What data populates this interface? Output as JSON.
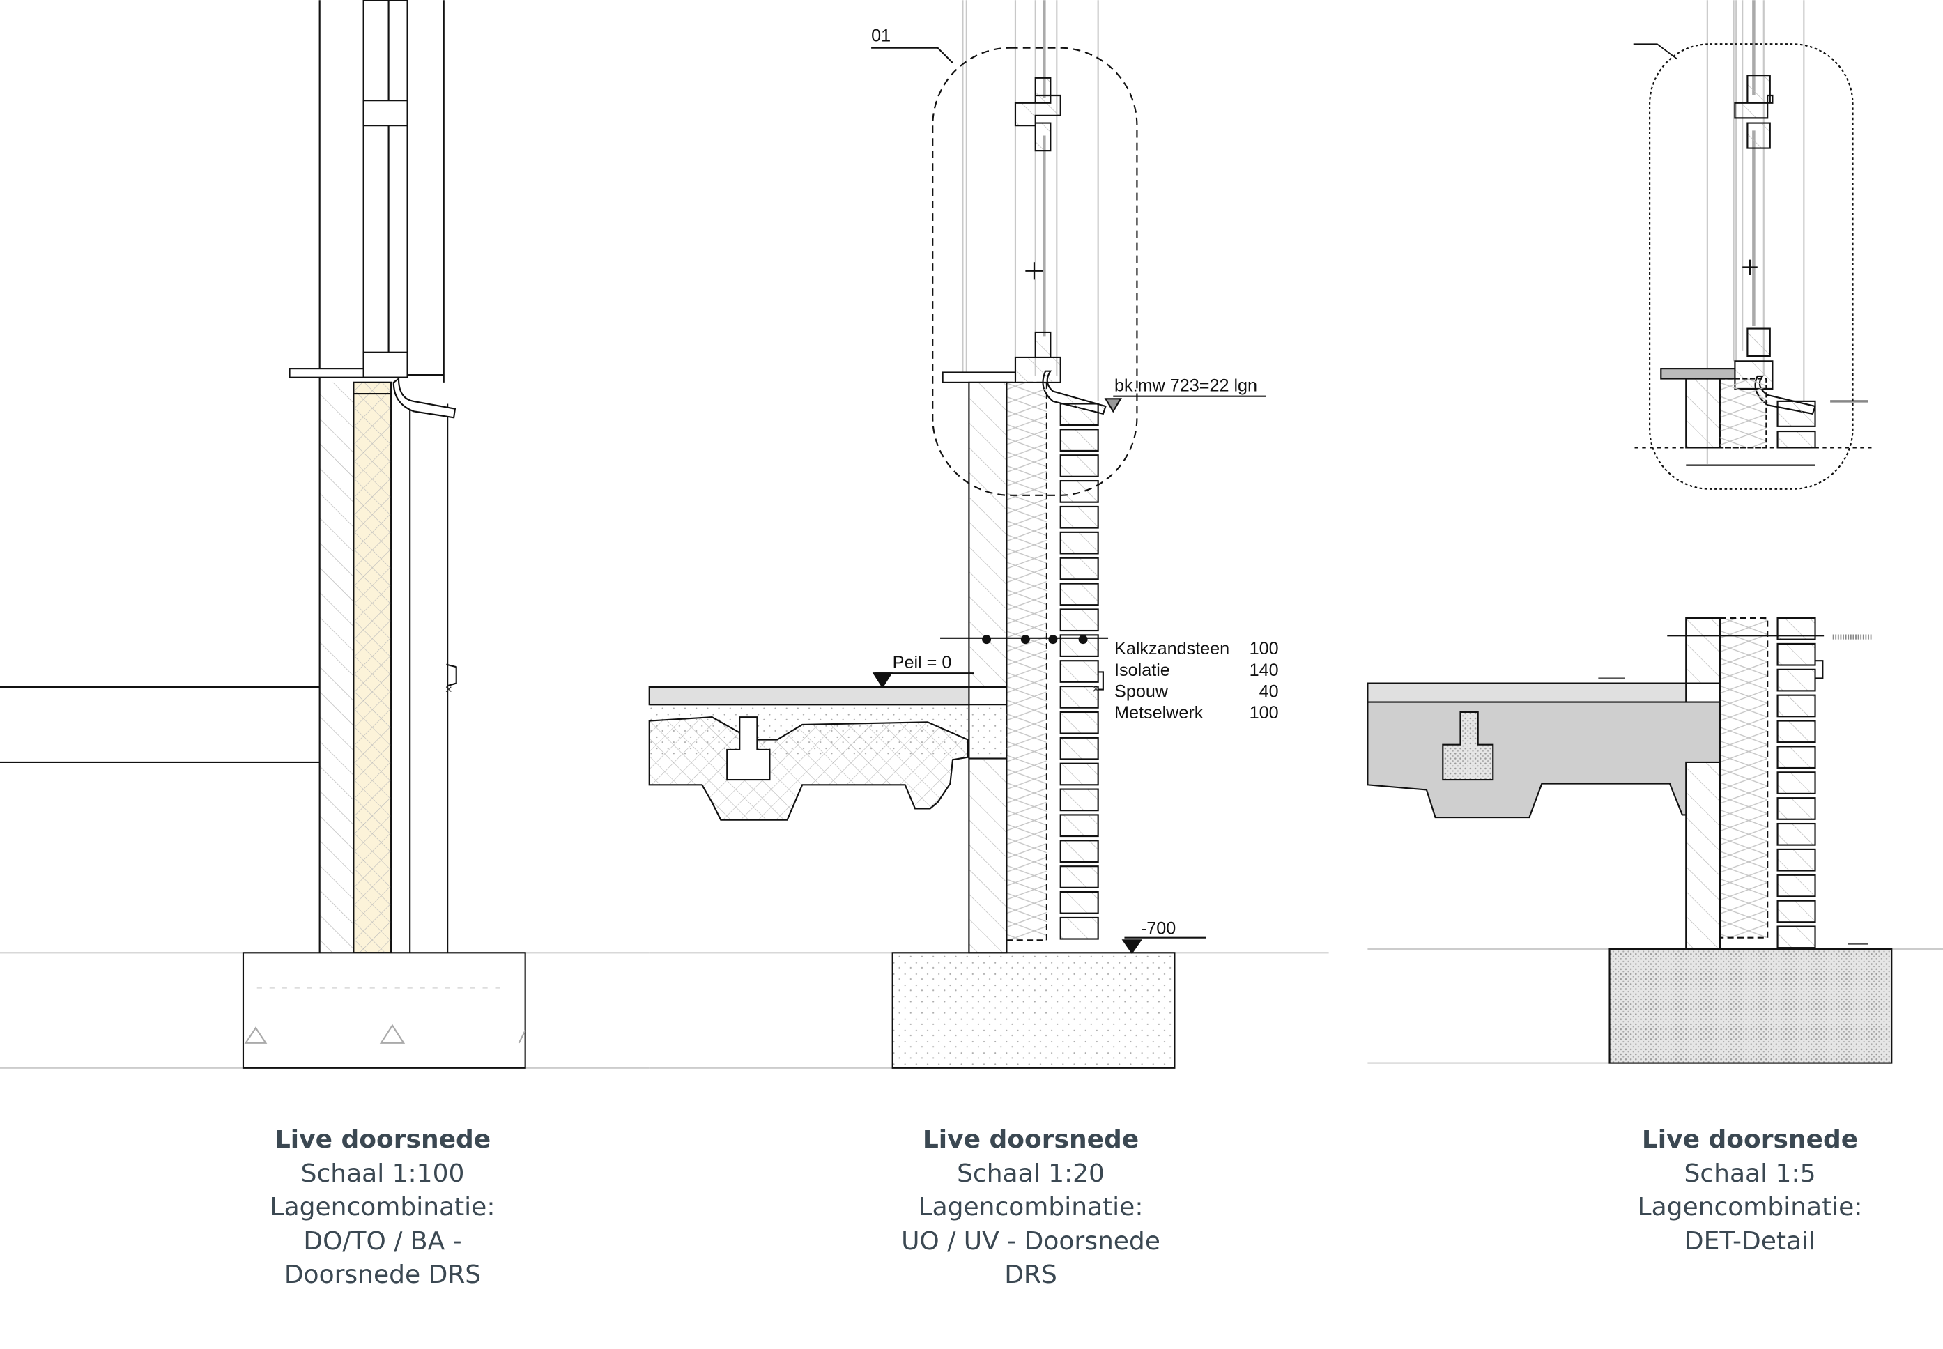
{
  "panels": [
    {
      "title": "Live doorsnede",
      "scale": "Schaal 1:100",
      "layer_label": "Lagencombinatie:",
      "layer_lines": [
        "DO/TO / BA -",
        "Doorsnede DRS"
      ]
    },
    {
      "title": "Live doorsnede",
      "scale": "Schaal 1:20",
      "layer_label": "Lagencombinatie:",
      "layer_lines": [
        "UO / UV - Doorsnede",
        "DRS"
      ]
    },
    {
      "title": "Live doorsnede",
      "scale": "Schaal 1:5",
      "layer_label": "Lagencombinatie:",
      "layer_lines": [
        "DET-Detail"
      ]
    }
  ],
  "annotations": {
    "detail_marker": "01",
    "sill_label": "bk.mw 723=22 lgn",
    "level_floor": "Peil = 0",
    "level_foundation": "-700",
    "layers": [
      {
        "name": "Kalkzandsteen",
        "value": "100"
      },
      {
        "name": "Isolatie",
        "value": "140"
      },
      {
        "name": "Spouw",
        "value": "40"
      },
      {
        "name": "Metselwerk",
        "value": "100"
      }
    ]
  },
  "colors": {
    "insulation_fill": "#fcf3d9",
    "caption_text": "#3b4852",
    "slab_fill": "#cfcfcf"
  }
}
